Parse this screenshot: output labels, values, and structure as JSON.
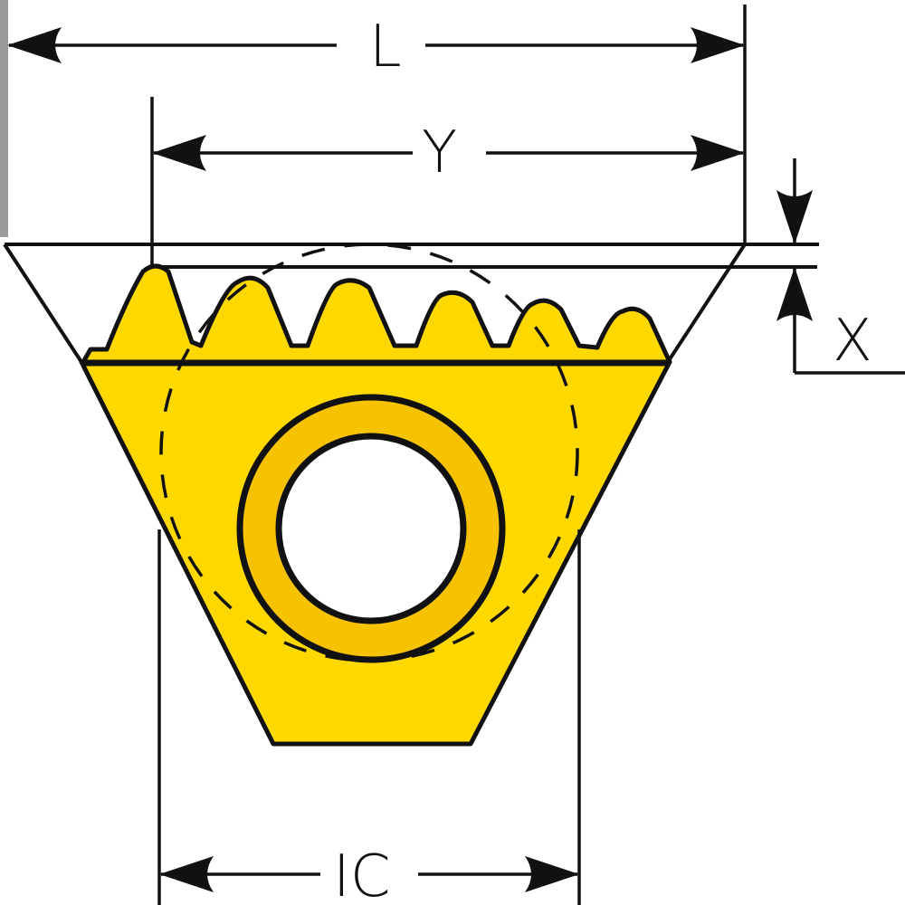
{
  "diagram": {
    "title": "Threading insert dimension drawing",
    "labels": {
      "L": "L",
      "Y": "Y",
      "X": "X",
      "IC": "IC"
    },
    "colors": {
      "insert_fill": "#FFD800",
      "ring_fill": "#F7C200",
      "stroke": "#111111",
      "background": "#FFFFFF",
      "edge_bar": "#9A9A9A"
    },
    "parts": {
      "teeth_count": 6,
      "center_hole": "mounting-hole",
      "inscribed_circle": "dashed"
    }
  }
}
